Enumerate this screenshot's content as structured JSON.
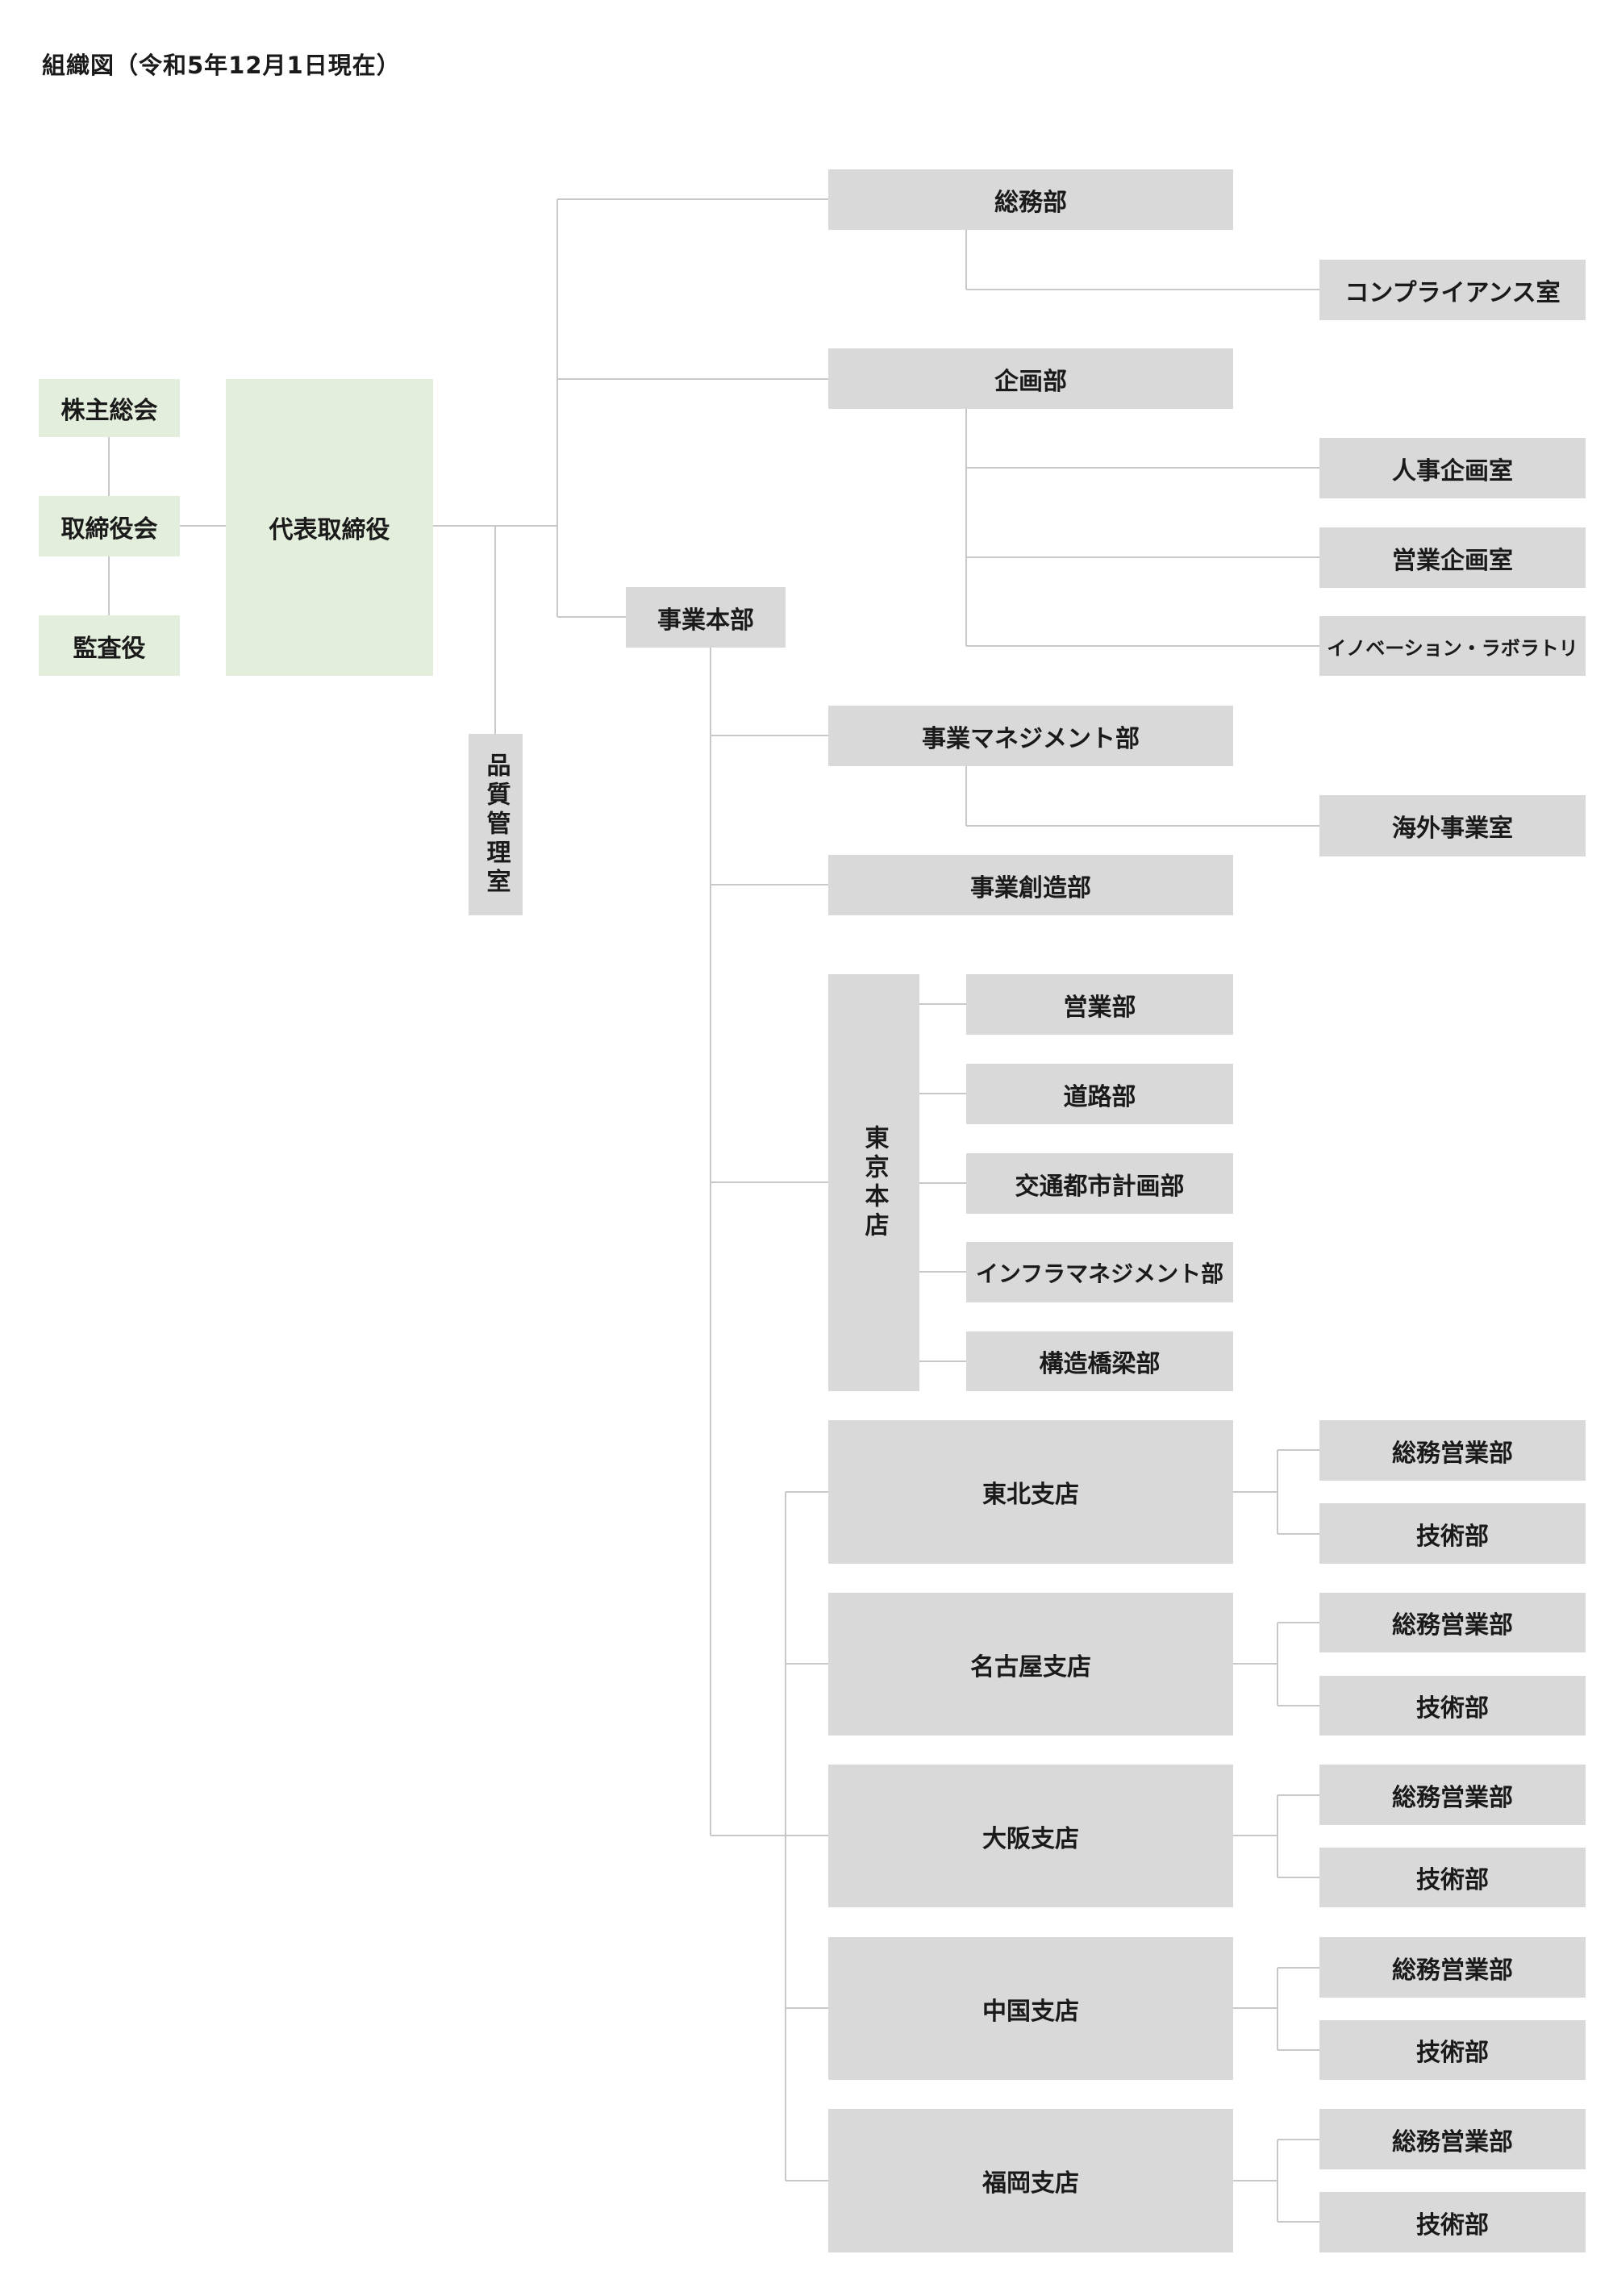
{
  "title": "組織図（令和5年12月1日現在）",
  "colors": {
    "governance_box": "#e3efdc",
    "org_box": "#d9d9d9",
    "line": "#c8c8c8"
  },
  "governance": {
    "shareholders_meeting": "株主総会",
    "board_of_directors": "取締役会",
    "auditor": "監査役",
    "representative_director": "代表取締役",
    "quality_control_office": "品質管理室"
  },
  "general_affairs": {
    "name": "総務部",
    "compliance_office": "コンプライアンス室"
  },
  "planning": {
    "name": "企画部",
    "hr_planning_office": "人事企画室",
    "sales_planning_office": "営業企画室",
    "innovation_lab": "イノベーション・ラボラトリ"
  },
  "business_hq": {
    "name": "事業本部",
    "management_dept": {
      "name": "事業マネジメント部",
      "overseas_office": "海外事業室"
    },
    "creation_dept": "事業創造部",
    "tokyo_head_office": {
      "name": "東京本店",
      "departments": [
        "営業部",
        "道路部",
        "交通都市計画部",
        "インフラマネジメント部",
        "構造橋梁部"
      ]
    },
    "branches": [
      {
        "name": "東北支店",
        "departments": [
          "総務営業部",
          "技術部"
        ]
      },
      {
        "name": "名古屋支店",
        "departments": [
          "総務営業部",
          "技術部"
        ]
      },
      {
        "name": "大阪支店",
        "departments": [
          "総務営業部",
          "技術部"
        ]
      },
      {
        "name": "中国支店",
        "departments": [
          "総務営業部",
          "技術部"
        ]
      },
      {
        "name": "福岡支店",
        "departments": [
          "総務営業部",
          "技術部"
        ]
      }
    ]
  }
}
